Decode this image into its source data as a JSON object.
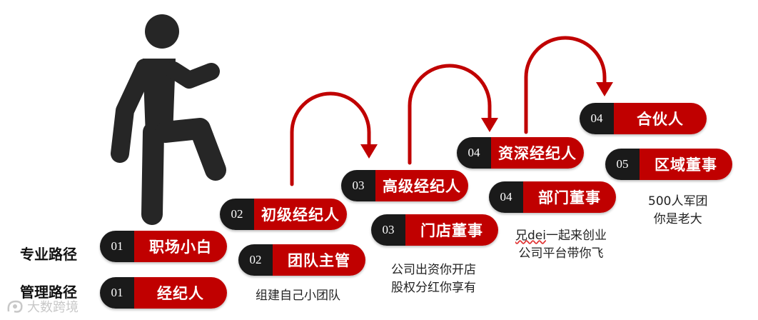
{
  "paths": {
    "professional_label": "专业路径",
    "management_label": "管理路径"
  },
  "professional_steps": [
    {
      "num": "01",
      "label": "职场小白"
    },
    {
      "num": "02",
      "label": "初级经纪人"
    },
    {
      "num": "03",
      "label": "高级经纪人"
    },
    {
      "num": "04",
      "label": "资深经纪人"
    },
    {
      "num": "04",
      "label": "合伙人"
    }
  ],
  "management_steps": [
    {
      "num": "01",
      "label": "经纪人"
    },
    {
      "num": "02",
      "label": "团队主管"
    },
    {
      "num": "03",
      "label": "门店董事"
    },
    {
      "num": "04",
      "label": "部门董事"
    },
    {
      "num": "05",
      "label": "区域董事"
    }
  ],
  "notes": {
    "team": "组建自己小团队",
    "store_line1": "公司出资你开店",
    "store_line2": "股权分红你享有",
    "dept_line1_word": "兄dei",
    "dept_line1_rest": "一起来创业",
    "dept_line2": "公司平台带你飞",
    "region_line1": "500人军团",
    "region_line2": "你是老大"
  },
  "watermark": {
    "icon": "logo-icon",
    "text": "大数跨境"
  },
  "colors": {
    "accent_red": "#c00000",
    "number_black": "#1a1a1a",
    "figure_gray": "#262626"
  }
}
